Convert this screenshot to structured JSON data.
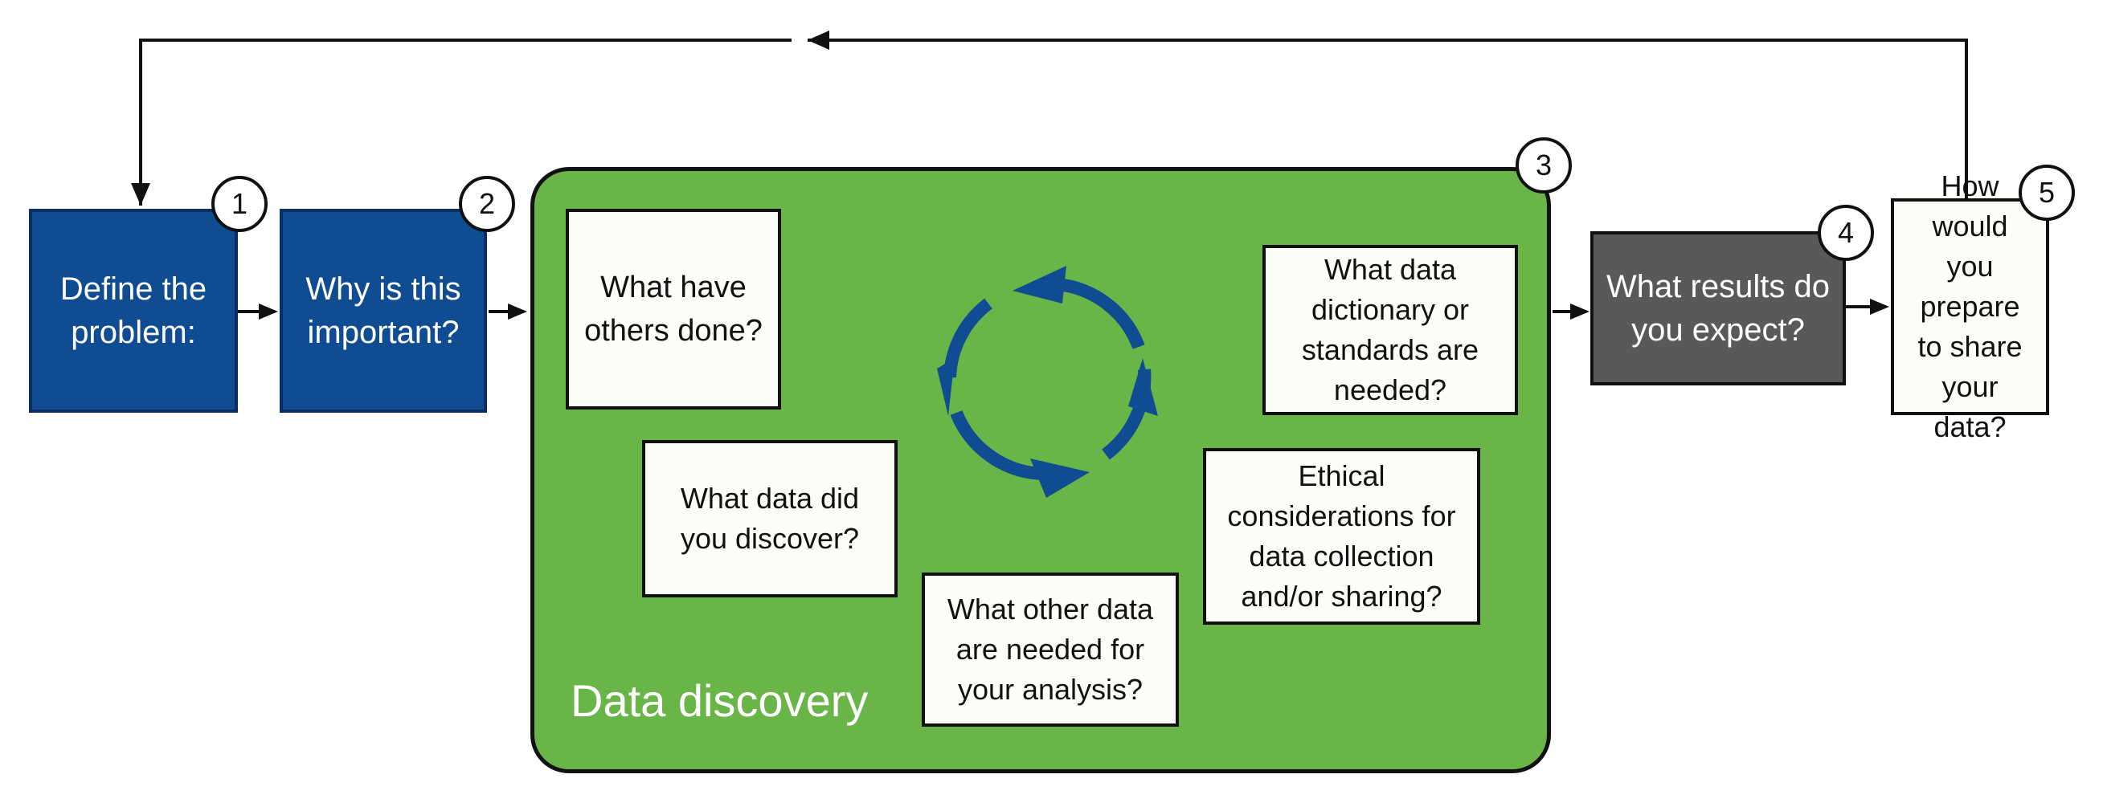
{
  "steps": [
    {
      "number": "1",
      "label": "Define the problem:"
    },
    {
      "number": "2",
      "label": "Why is this important?"
    },
    {
      "number": "3"
    },
    {
      "number": "4",
      "label": "What results do you expect?"
    },
    {
      "number": "5",
      "label": "How would you prepare to share your data?"
    }
  ],
  "data_discovery": {
    "title": "Data discovery",
    "questions": [
      "What have others done?",
      "What data did you discover?",
      "What other data are needed for your analysis?",
      "What data dictionary or standards are needed?",
      "Ethical considerations for data collection and/or sharing?"
    ]
  },
  "colors": {
    "step_blue": "#0f4c92",
    "discovery_green": "#6ab547",
    "results_gray": "#595959",
    "cycle_arrows": "#0f4c92"
  },
  "icons": {
    "cycle": "cycle-arrows-icon"
  }
}
